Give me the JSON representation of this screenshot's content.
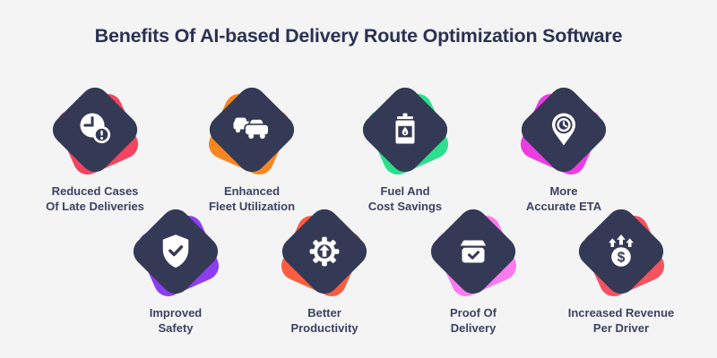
{
  "page": {
    "background": "#F4F4F5"
  },
  "title": {
    "text": "Benefits Of AI-based Delivery Route Optimization Software",
    "color": "#2B3152"
  },
  "palette": {
    "diamond": "#343A56",
    "icon_color": "#FFFFFF",
    "label_text": "#3C4262"
  },
  "items": [
    {
      "line1": "Reduced Cases",
      "line2": "Of Late Deliveries",
      "icon": "clock-alert-icon",
      "accent": "#F44460"
    },
    {
      "line1": "Enhanced",
      "line2": "Fleet Utilization",
      "icon": "fleet-cars-icon",
      "accent": "#F6861F"
    },
    {
      "line1": "Fuel And",
      "line2": "Cost Savings",
      "icon": "fuel-barrel-icon",
      "accent": "#2BDF8C"
    },
    {
      "line1": "More",
      "line2": "Accurate ETA",
      "icon": "location-pin-clock-icon",
      "accent": "#EC3DE3"
    },
    {
      "line1": "Improved",
      "line2": "Safety",
      "icon": "shield-check-icon",
      "accent": "#8E3DF2"
    },
    {
      "line1": "Better",
      "line2": "Productivity",
      "icon": "gear-up-arrow-icon",
      "accent": "#FB5D3F"
    },
    {
      "line1": "Proof Of",
      "line2": "Delivery",
      "icon": "box-check-icon",
      "accent": "#F97BEE"
    },
    {
      "line1": "Increased Revenue",
      "line2": "Per Driver",
      "icon": "dollar-growth-icon",
      "accent": "#F5525F"
    }
  ]
}
